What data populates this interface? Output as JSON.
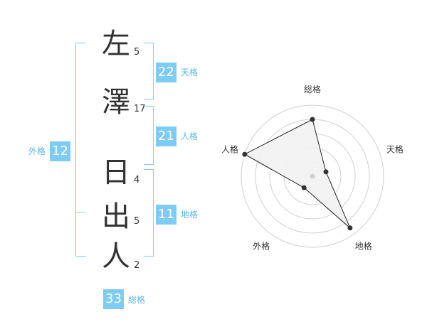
{
  "name": {
    "chars": [
      {
        "char": "左",
        "strokes": "5"
      },
      {
        "char": "澤",
        "strokes": "17"
      },
      {
        "char": "日",
        "strokes": "4"
      },
      {
        "char": "出",
        "strokes": "5"
      },
      {
        "char": "人",
        "strokes": "2"
      }
    ]
  },
  "kakusu": {
    "tenkaku": {
      "value": "22",
      "label": "天格"
    },
    "jinkaku": {
      "value": "21",
      "label": "人格"
    },
    "chikaku": {
      "value": "11",
      "label": "地格"
    },
    "gaikaku": {
      "value": "12",
      "label": "外格"
    },
    "soukaku": {
      "value": "33",
      "label": "総格"
    }
  },
  "chart_data": {
    "type": "radar",
    "axes": [
      "総格",
      "天格",
      "地格",
      "外格",
      "人格"
    ],
    "values": [
      0.8,
      0.2,
      0.9,
      0.2,
      1.0
    ],
    "rings": 5,
    "colors": {
      "fill": "#f2f2f2",
      "line": "#222222",
      "grid": "#d0d0d0",
      "point": "#333333"
    }
  },
  "colors": {
    "accent": "#7ecbf5",
    "label": "#5bb6ea"
  }
}
